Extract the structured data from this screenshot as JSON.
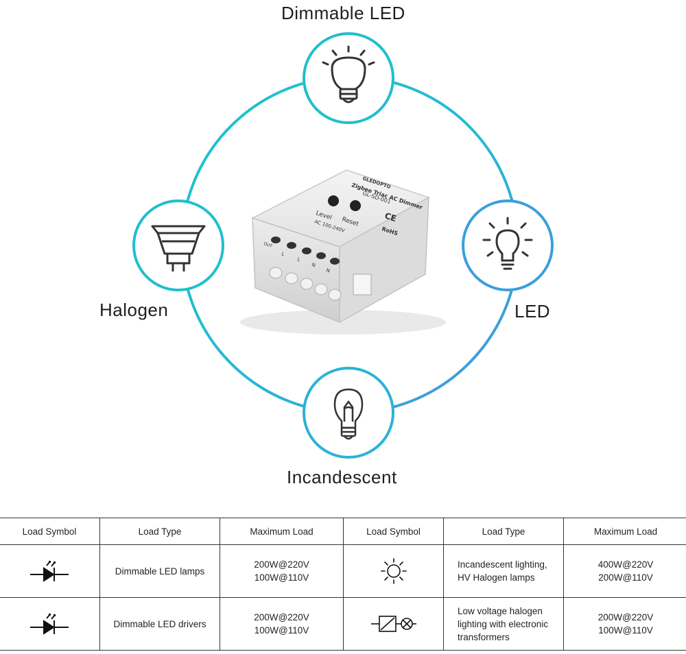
{
  "labels": {
    "top": "Dimmable LED",
    "left": "Halogen",
    "right": "LED",
    "bottom": "Incandescent"
  },
  "device": {
    "brand": "GLEDOPTO",
    "title": "Zigbee Triac AC Dimmer",
    "model": "GL-SD-001",
    "button_level": "Level",
    "button_reset": "Reset",
    "voltage": "AC 100-240V",
    "ce": "CE",
    "rohs": "RoHS",
    "terminals": [
      "OUT",
      "L",
      "L",
      "N",
      "N"
    ]
  },
  "colors": {
    "ring_start": "#1ec3cc",
    "ring_end": "#4a8fe0",
    "icon": "#333333"
  },
  "icons": [
    "led-bulb-icon",
    "halogen-spot-icon",
    "led-glow-icon",
    "incandescent-bulb-icon"
  ],
  "table": {
    "headers": [
      "Load Symbol",
      "Load Type",
      "Maximum Load",
      "Load Symbol",
      "Load Type",
      "Maximum Load"
    ],
    "rows": [
      {
        "type1": "Dimmable LED lamps",
        "max1": "200W@220V\n100W@110V",
        "type2": "Incandescent lighting,\nHV Halogen lamps",
        "max2": "400W@220V\n200W@110V"
      },
      {
        "type1": "Dimmable LED drivers",
        "max1": "200W@220V\n100W@110V",
        "type2": "Low voltage halogen\nlighting with electronic\ntransformers",
        "max2": "200W@220V\n100W@110V"
      }
    ]
  }
}
